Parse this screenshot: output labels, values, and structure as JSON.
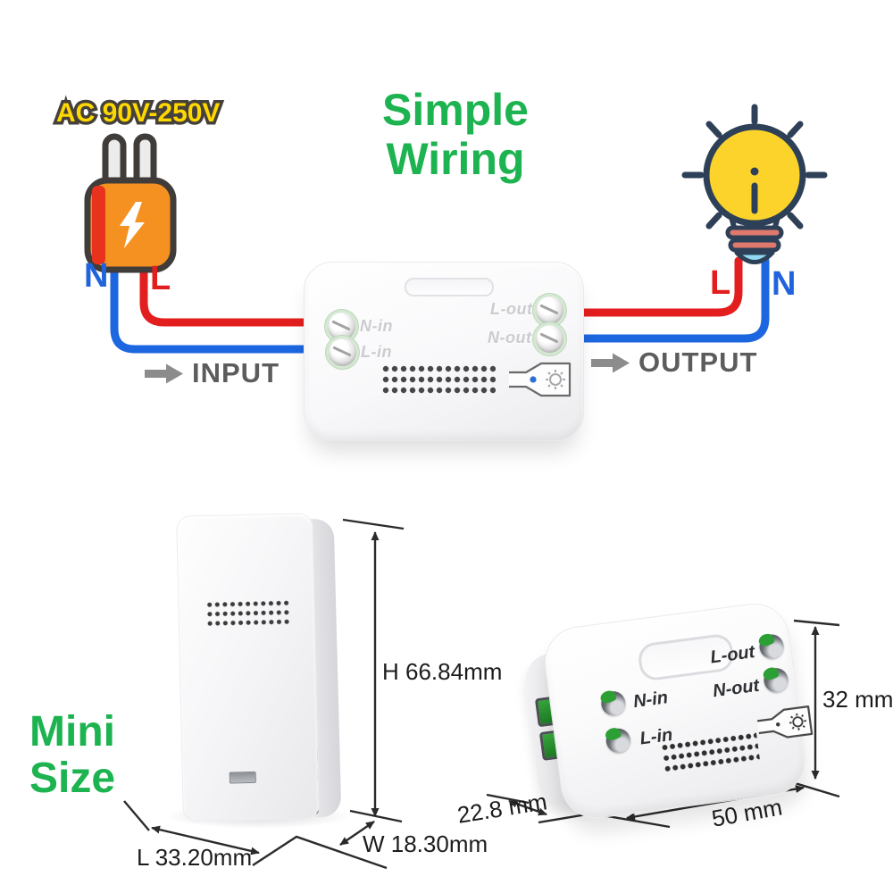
{
  "top": {
    "title": {
      "line1": "Simple",
      "line2": "Wiring"
    },
    "ac_rating": "AC 90V-250V",
    "source": {
      "n": "N",
      "l": "L"
    },
    "load": {
      "l": "L",
      "n": "N"
    },
    "input": "INPUT",
    "output": "OUTPUT",
    "terminals": {
      "n_in": "N-in",
      "l_in": "L-in",
      "l_out": "L-out",
      "n_out": "N-out"
    }
  },
  "bottom": {
    "title": {
      "line1": "Mini",
      "line2": "Size"
    },
    "terminals": {
      "n_in": "N-in",
      "l_in": "L-in",
      "l_out": "L-out",
      "n_out": "N-out"
    },
    "dims": {
      "height": "H 66.84mm",
      "width": "W 18.30mm",
      "length": "L 33.20mm",
      "depth": "22.8 mm",
      "body_length": "50 mm",
      "body_height": "32 mm"
    }
  },
  "colors": {
    "accent_green": "#1db350",
    "wire_blue": "#1c66e0",
    "wire_red": "#e31e1e",
    "ac_yellow": "#ffd800",
    "bulb_yellow": "#fbd32b",
    "outline_navy": "#2e4057",
    "plug_orange": "#f59120",
    "io_text_gray": "#5c5c5c",
    "dimension_text": "#1c1c1c"
  }
}
